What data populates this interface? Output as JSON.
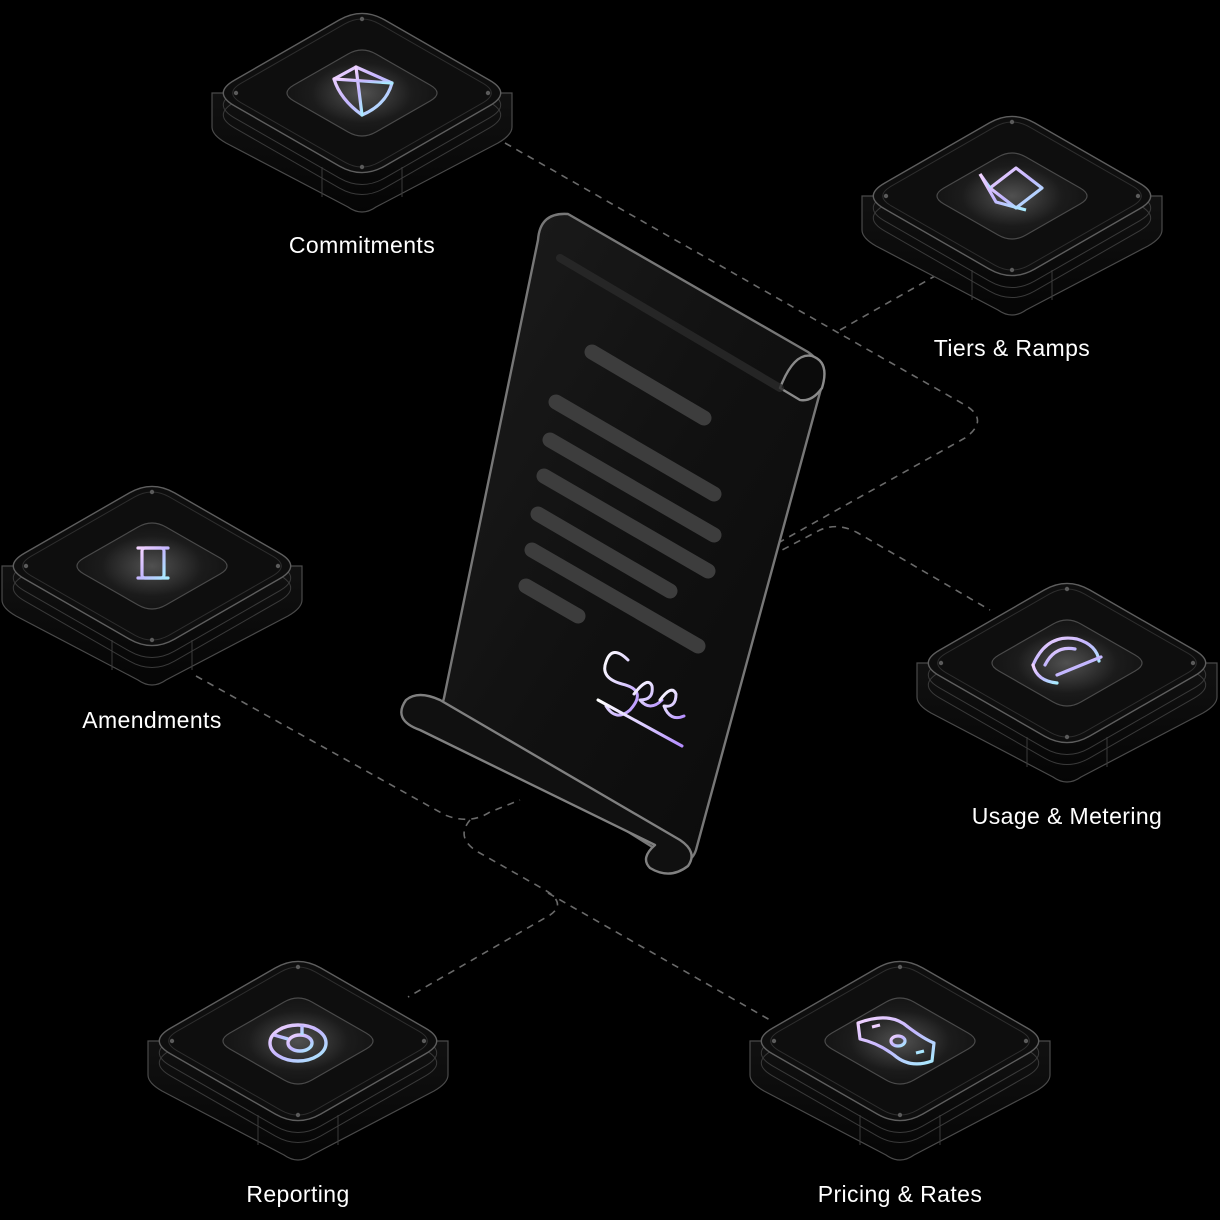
{
  "nodes": [
    {
      "id": "commitments",
      "label": "Commitments",
      "icon": "shield-icon"
    },
    {
      "id": "tiers",
      "label": "Tiers & Ramps",
      "icon": "layers-icon"
    },
    {
      "id": "amendments",
      "label": "Amendments",
      "icon": "gavel-icon"
    },
    {
      "id": "usage",
      "label": "Usage & Metering",
      "icon": "gauge-icon"
    },
    {
      "id": "reporting",
      "label": "Reporting",
      "icon": "donut-chart-icon"
    },
    {
      "id": "pricing",
      "label": "Pricing & Rates",
      "icon": "banknote-icon"
    }
  ],
  "center": {
    "icon": "contract-document-icon"
  },
  "colors": {
    "background": "#000000",
    "stroke": "#5e5e5e",
    "label": "#ffffff",
    "icon_gradient": [
      "#f3d3ff",
      "#c4b6ff",
      "#a8ecff"
    ]
  }
}
